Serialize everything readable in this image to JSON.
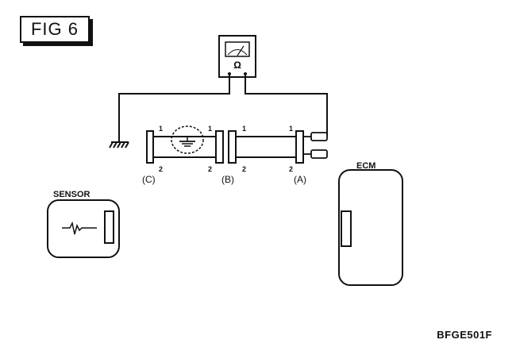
{
  "figure": {
    "title": "FIG 6",
    "code": "BFGE501F"
  },
  "meter": {
    "symbol": "Ω"
  },
  "connectors": {
    "c": {
      "label": "(C)",
      "top_pin": "1",
      "bottom_pin": "2"
    },
    "b": {
      "label": "(B)",
      "left_top_pin": "1",
      "left_bottom_pin": "2",
      "right_top_pin": "1",
      "right_bottom_pin": "2"
    },
    "a": {
      "label": "(A)",
      "top_pin": "1",
      "bottom_pin": "2"
    }
  },
  "sensor": {
    "label": "SENSOR"
  },
  "ecm": {
    "label": "ECM"
  }
}
